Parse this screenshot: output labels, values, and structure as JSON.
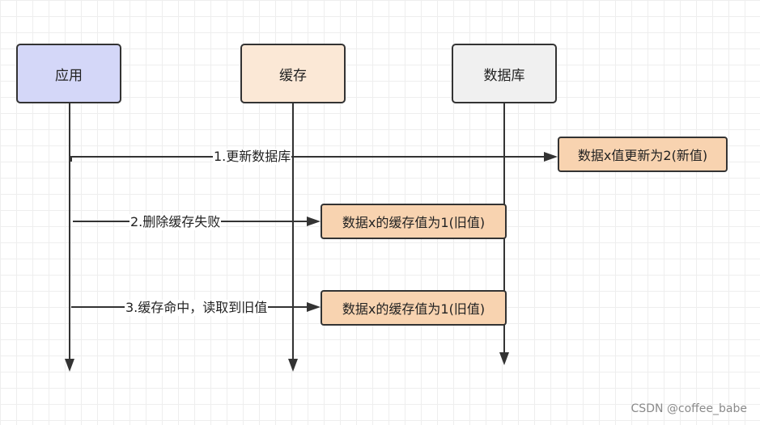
{
  "colors": {
    "app_fill": "#d4d7f8",
    "cache_fill": "#fbe8d6",
    "db_fill": "#f0f0f0",
    "note_fill": "#f8d3b0",
    "line": "#333333"
  },
  "actors": {
    "app": "应用",
    "cache": "缓存",
    "database": "数据库"
  },
  "messages": [
    {
      "label": "1.更新数据库"
    },
    {
      "label": "2.删除缓存失败"
    },
    {
      "label": "3.缓存命中，读取到旧值"
    }
  ],
  "notes": [
    {
      "text": "数据x值更新为2(新值)"
    },
    {
      "text": "数据x的缓存值为1(旧值)"
    },
    {
      "text": "数据x的缓存值为1(旧值)"
    }
  ],
  "watermark": "CSDN @coffee_babe"
}
